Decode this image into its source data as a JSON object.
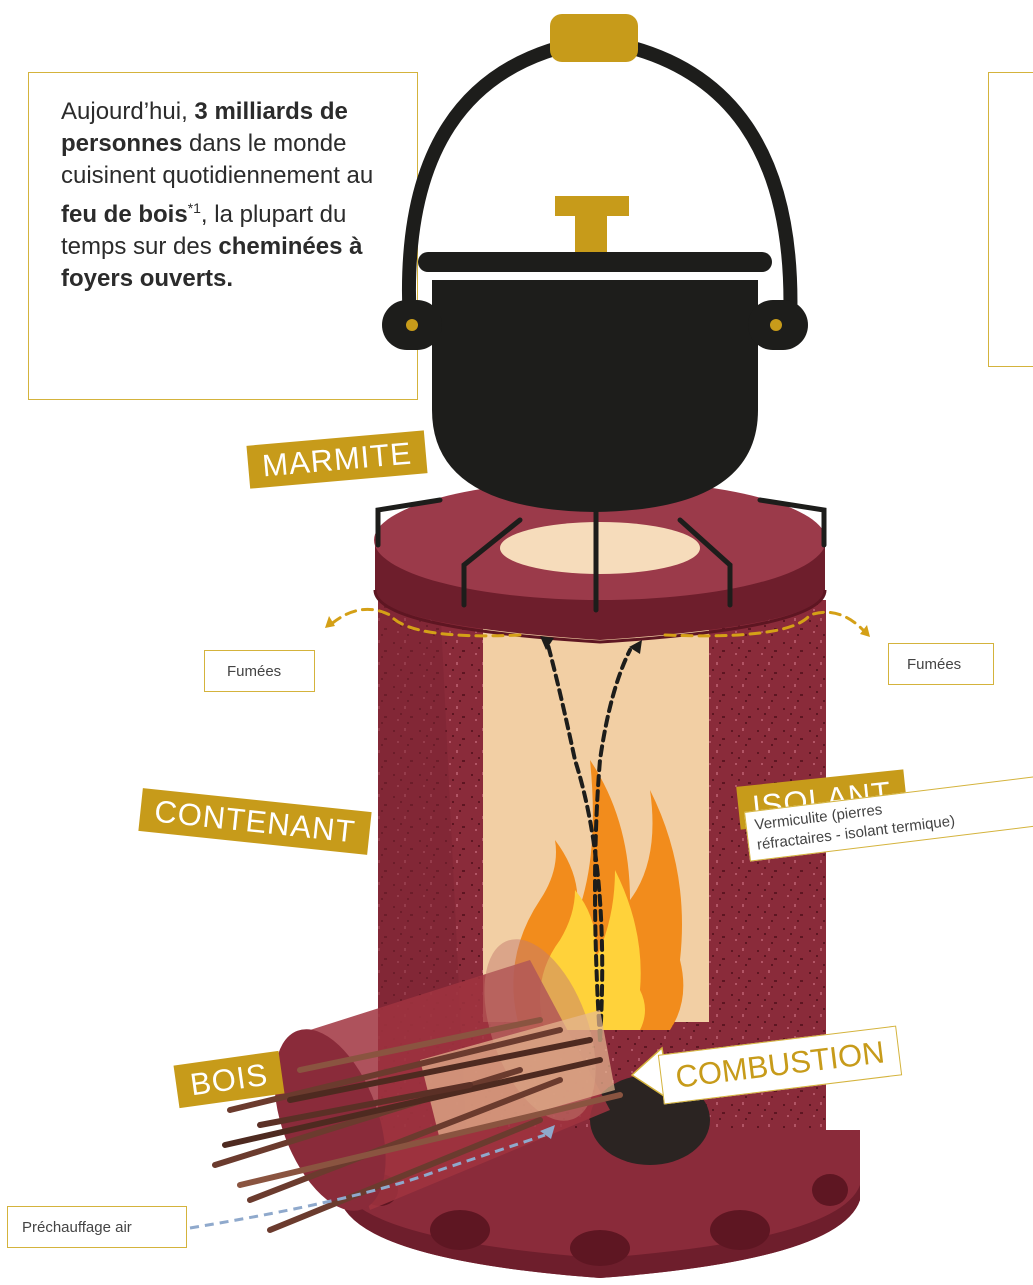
{
  "intro": {
    "p1": "Aujourd’hui, ",
    "p1_bold": "3 milliards de personnes",
    "p2": "dans le monde cuisinent quotidiennement",
    "p3": "au ",
    "p3_bold": "feu de bois",
    "footnote": "*1",
    "p3_end": ",",
    "p4": "la plupart du temps sur des ",
    "p4_bold": "cheminées à foyers ouverts."
  },
  "labels": {
    "marmite": "MARMITE",
    "contenant": "CONTENANT",
    "isolant": "ISOLANT",
    "bois": "BOIS",
    "combustion": "COMBUSTION"
  },
  "notes": {
    "fumees_left": "Fumées",
    "fumees_right": "Fumées",
    "isolant_desc_1": "Vermiculite (pierres",
    "isolant_desc_2": "réfractaires - isolant termique)",
    "prechauffage": "Préchauffage air"
  },
  "colors": {
    "stove": "#8a2b3a",
    "stove_dark": "#6e1e2c",
    "stove_light": "#9b3a4a",
    "chamber": "#f2cfa4",
    "pot": "#1d1d1b",
    "gold": "#c79b1a",
    "flame_outer": "#f28c1c",
    "flame_inner": "#ffd23a",
    "smoke_path": "#d4a017",
    "air_path": "#8fa9cc"
  }
}
